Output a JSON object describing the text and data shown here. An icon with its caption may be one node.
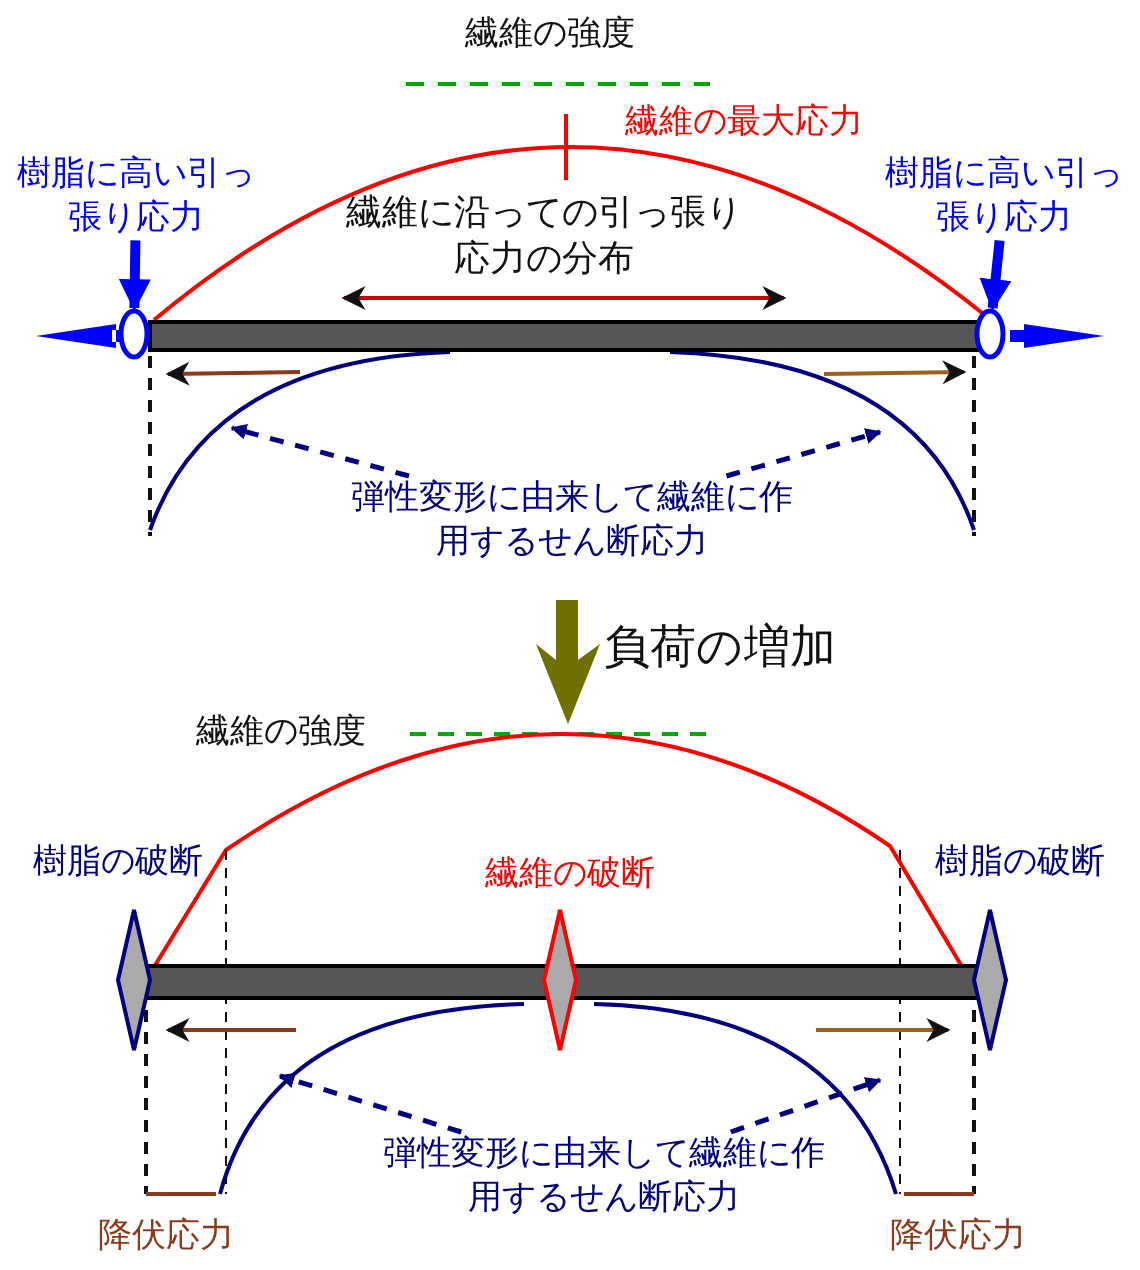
{
  "diagram": {
    "nodes": [
      {
        "text": [
          "樹脂に高い引っ張り応力"
        ]
      },
      {
        "text": [],
        "shape": "ellipse"
      },
      {
        "text": [
          "樹脂に高い引っ張り応力"
        ]
      },
      {
        "text": [],
        "shape": "ellipse"
      },
      {
        "text": [
          "弾性変形に由来して繊維に作用するせん断応力"
        ]
      },
      {
        "text": [
          "弾性変形に由来して繊維に作用するせん断応力"
        ]
      }
    ],
    "edges": [
      {
        "from": 0,
        "to": 1,
        "arrow": "to",
        "style": "thick",
        "color": "#0000ff"
      },
      {
        "from": 2,
        "to": 3,
        "arrow": "to",
        "style": "thick",
        "color": "#0000ff"
      },
      {
        "from": 4,
        "to": null,
        "arrow": "to",
        "style": "dashed",
        "color": "#000080"
      },
      {
        "from": 4,
        "to": null,
        "arrow": "to",
        "style": "dashed",
        "color": "#000080"
      },
      {
        "from": 5,
        "to": null,
        "arrow": "to",
        "style": "dashed",
        "color": "#000080"
      },
      {
        "from": 5,
        "to": null,
        "arrow": "to",
        "style": "dashed",
        "color": "#000080"
      }
    ],
    "labels": [
      "繊維の強度",
      "繊維の最大応力",
      "繊維に沿っての引っ張り応力の分布",
      "負荷の増加",
      "繊維の強度",
      "樹脂の破断",
      "繊維の破断",
      "樹脂の破断",
      "降伏応力",
      "降伏応力"
    ]
  }
}
